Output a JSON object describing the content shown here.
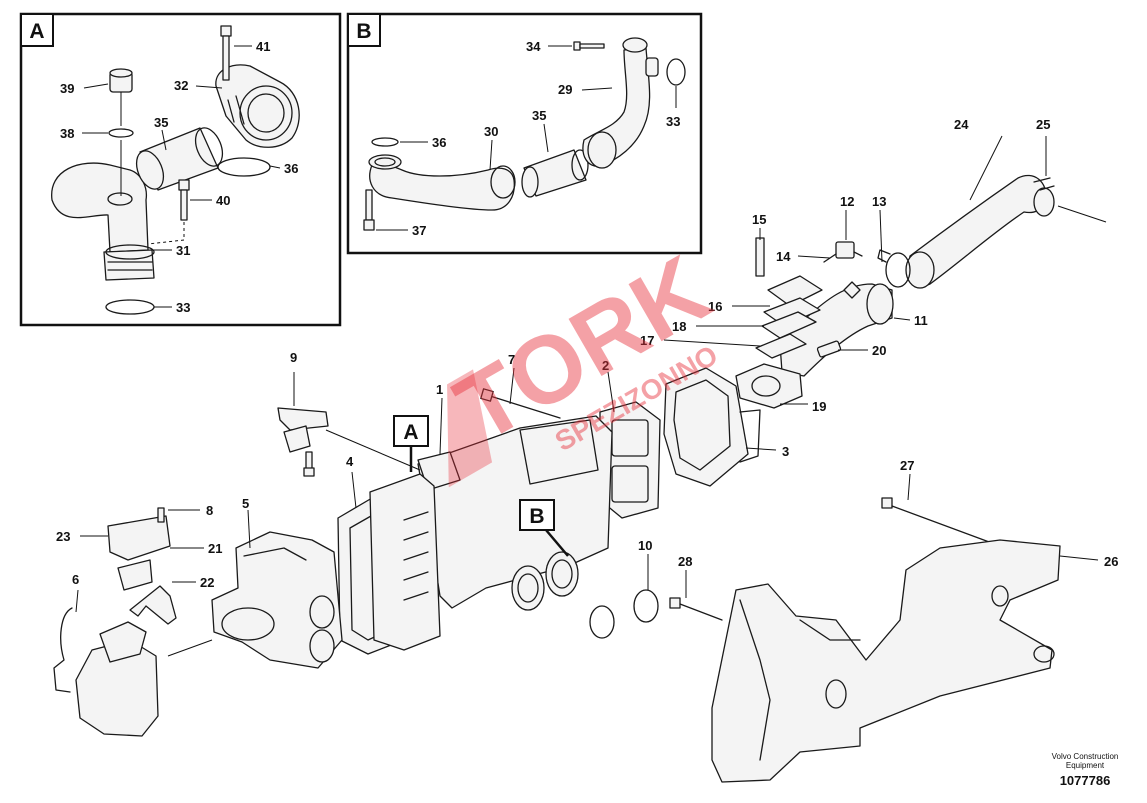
{
  "insets": {
    "a_letter": "A",
    "b_letter": "B"
  },
  "callouts": {
    "a_letter": "A",
    "b_letter": "B"
  },
  "part_labels": {
    "p1": "1",
    "p2": "2",
    "p3": "3",
    "p4": "4",
    "p5": "5",
    "p6": "6",
    "p7": "7",
    "p8": "8",
    "p9": "9",
    "p10": "10",
    "p11": "11",
    "p12": "12",
    "p13": "13",
    "p14": "14",
    "p15": "15",
    "p16": "16",
    "p17": "17",
    "p18": "18",
    "p19": "19",
    "p20": "20",
    "p21": "21",
    "p22": "22",
    "p23": "23",
    "p24": "24",
    "p25": "25",
    "p26": "26",
    "p27": "27",
    "p28": "28",
    "p29": "29",
    "p30": "30",
    "p31": "31",
    "p32": "32",
    "p33a": "33",
    "p33b": "33",
    "p34": "34",
    "p35a": "35",
    "p35b": "35",
    "p36a": "36",
    "p36b": "36",
    "p37": "37",
    "p38": "38",
    "p39": "39",
    "p40": "40",
    "p41": "41"
  },
  "watermark": {
    "line1": "TORK",
    "line2": "SPEZIZONNO"
  },
  "footer": {
    "credit_line1": "Volvo Construction",
    "credit_line2": "Equipment",
    "drawing_code": "1077786"
  },
  "colors": {
    "ink": "#1a1a1a",
    "watermark": "#e8313b"
  }
}
